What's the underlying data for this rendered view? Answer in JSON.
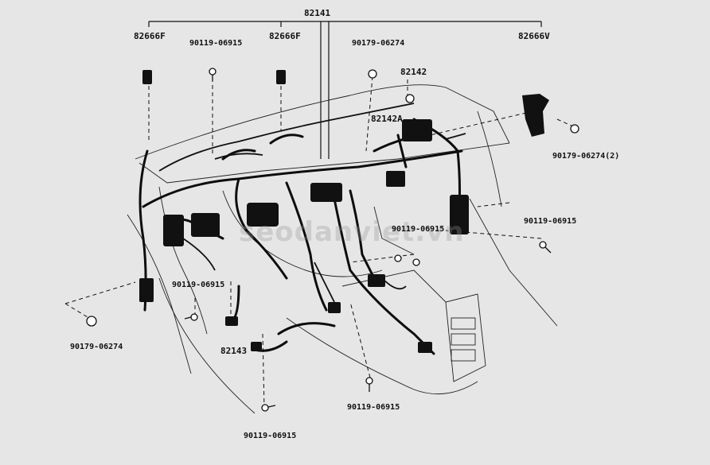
{
  "diagram": {
    "background": "#e6e6e6",
    "line_color": "#111111",
    "watermark": "seodanviet.vn",
    "labels": {
      "assembly_main": "82141",
      "connector_left": "82666F",
      "bolt_top_left": "90119-06915",
      "connector_mid": "82666F",
      "clip_top": "90179-06274",
      "connector_right": "82666V",
      "sub_harness_a": "82142",
      "sub_harness_b": "82142A",
      "clip_right": "90179-06274(2)",
      "bolt_right": "90119-06915",
      "bolt_center_right": "90119-06915",
      "bolt_mid_left": "90119-06915",
      "clip_left": "90179-06274",
      "sub_harness_c": "82143",
      "bolt_bottom_center": "90119-06915",
      "bolt_bottom_left": "90119-06915"
    }
  }
}
